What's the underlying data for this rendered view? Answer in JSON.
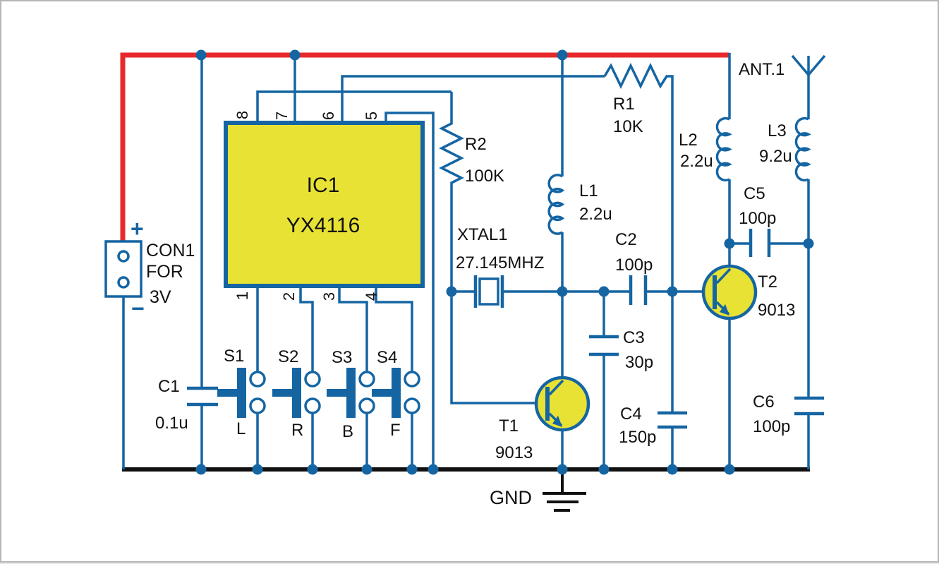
{
  "colors": {
    "wire": "#1565A3",
    "power_rail": "#E8292B",
    "component_fill": "#E8E235",
    "ground_bus": "#111111",
    "label": "#111111"
  },
  "schematic": {
    "connector": {
      "ref": "CON1",
      "for_word": "FOR",
      "voltage": "3V",
      "plus": "+",
      "minus": "−"
    },
    "ic1": {
      "ref": "IC1",
      "part": "YX4116",
      "pins_top": [
        "8",
        "7",
        "6",
        "5"
      ],
      "pins_bottom": [
        "1",
        "2",
        "3",
        "4"
      ]
    },
    "resistors": {
      "r1": {
        "ref": "R1",
        "value": "10K"
      },
      "r2": {
        "ref": "R2",
        "value": "100K"
      }
    },
    "capacitors": {
      "c1": {
        "ref": "C1",
        "value": "0.1u"
      },
      "c2": {
        "ref": "C2",
        "value": "100p"
      },
      "c3": {
        "ref": "C3",
        "value": "30p"
      },
      "c4": {
        "ref": "C4",
        "value": "150p"
      },
      "c5": {
        "ref": "C5",
        "value": "100p"
      },
      "c6": {
        "ref": "C6",
        "value": "100p"
      }
    },
    "inductors": {
      "l1": {
        "ref": "L1",
        "value": "2.2u"
      },
      "l2": {
        "ref": "L2",
        "value": "2.2u"
      },
      "l3": {
        "ref": "L3",
        "value": "9.2u"
      }
    },
    "crystal": {
      "ref": "XTAL1",
      "value": "27.145MHZ"
    },
    "transistors": {
      "t1": {
        "ref": "T1",
        "part": "9013"
      },
      "t2": {
        "ref": "T2",
        "part": "9013"
      }
    },
    "switches": {
      "s1": {
        "ref": "S1",
        "function": "L"
      },
      "s2": {
        "ref": "S2",
        "function": "R"
      },
      "s3": {
        "ref": "S3",
        "function": "B"
      },
      "s4": {
        "ref": "S4",
        "function": "F"
      }
    },
    "antenna": {
      "ref": "ANT.1"
    },
    "ground": {
      "label": "GND"
    }
  }
}
